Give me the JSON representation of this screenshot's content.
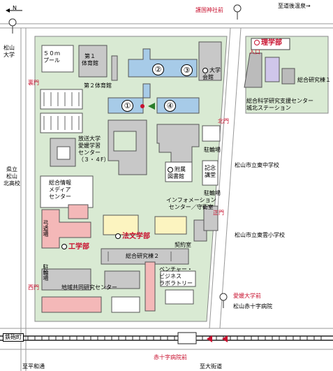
{
  "title": "",
  "compass": "N",
  "colors": {
    "campus": "#d9ead3",
    "building": "#c8c8c8",
    "building_alt": "#f4b8b8",
    "highlight": "#a7cbe8",
    "yellow_building": "#fcf4c0",
    "lavender": "#cfc6ea",
    "accent_red": "#c8102e"
  },
  "roads": {
    "to_dogo": "至道後温泉→",
    "to_hirai": "至平和通",
    "to_okaido": "至大街道",
    "to_matsuyama_univ": "松山\n大学",
    "tetsudo": "鉄砲町"
  },
  "outside": {
    "gokoku_shrine": "護国神社前",
    "pref_high_school": "県立\n松山\n北高校",
    "higashi_jhs": "松山市立東中学校",
    "higashi_elementary": "松山市立東雲小学校",
    "ehime_univ_front": "愛媛大学前",
    "red_cross_hospital": "松山赤十字病院",
    "red_cross_station": "赤十字病院前"
  },
  "gates": {
    "back_gate": "裏門",
    "north_gate": "北門",
    "main_gate": "正門",
    "west_gate": "西門",
    "entrance": "入口"
  },
  "facilities": {
    "pool": "５０ｍ\nプール",
    "gym1": "第１\n体育館",
    "gym2": "第２体育館",
    "univ_hall": "大学\n会館",
    "science": "理学部",
    "research1": "総合研究棟１",
    "sci_support": "総合科学研究支援センター\n城北ステーション",
    "bicycle1": "駐輪場",
    "broadcasting": "放送大学\n愛媛学習\nセンター\n（３・４F）",
    "library": "附属\n図書館",
    "memorial": "記念\n講堂",
    "bicycle2": "駐輪場",
    "media_center": "総合情報\nメディア\nセンター",
    "info_center": "インフォメーション\nセンター／守衛室",
    "archery": "弓道場",
    "law_lit": "法文学部",
    "contract": "契約室",
    "engineering": "工学部",
    "research2": "総合研究棟２",
    "bicycle3": "駐輪場",
    "venture": "ベンチャー・\nビジネス\nラボラトリー",
    "regional": "地域共同研究センター"
  },
  "markers": {
    "m1": "①",
    "m2": "②",
    "m3": "③",
    "m4": "④"
  }
}
